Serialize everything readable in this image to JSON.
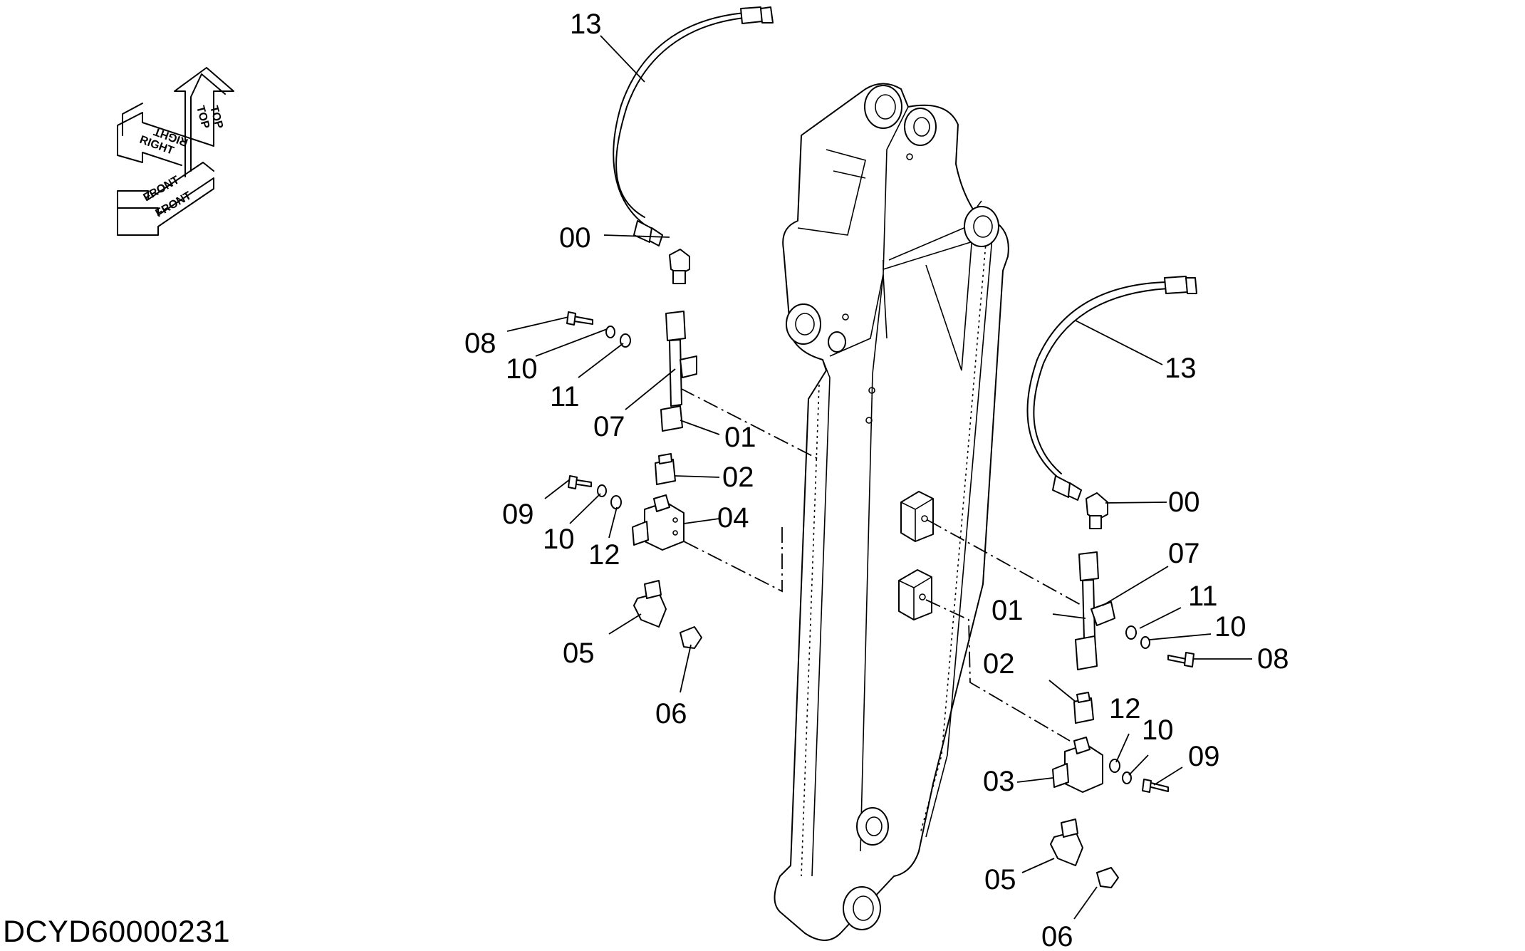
{
  "document": {
    "code": "DCYD60000231"
  },
  "orientation": {
    "top": "TOP",
    "right": "RIGHT",
    "front": "FRONT"
  },
  "labels": {
    "left_13": "13",
    "left_00": "00",
    "left_08": "08",
    "left_10a": "10",
    "left_11": "11",
    "left_07": "07",
    "left_01": "01",
    "left_02": "02",
    "left_09": "09",
    "left_10b": "10",
    "left_12": "12",
    "left_04": "04",
    "left_05": "05",
    "left_06": "06",
    "right_13": "13",
    "right_00": "00",
    "right_07": "07",
    "right_11": "11",
    "right_01": "01",
    "right_10a": "10",
    "right_08": "08",
    "right_02": "02",
    "right_12": "12",
    "right_10b": "10",
    "right_09": "09",
    "right_03": "03",
    "right_05": "05",
    "right_06": "06"
  }
}
